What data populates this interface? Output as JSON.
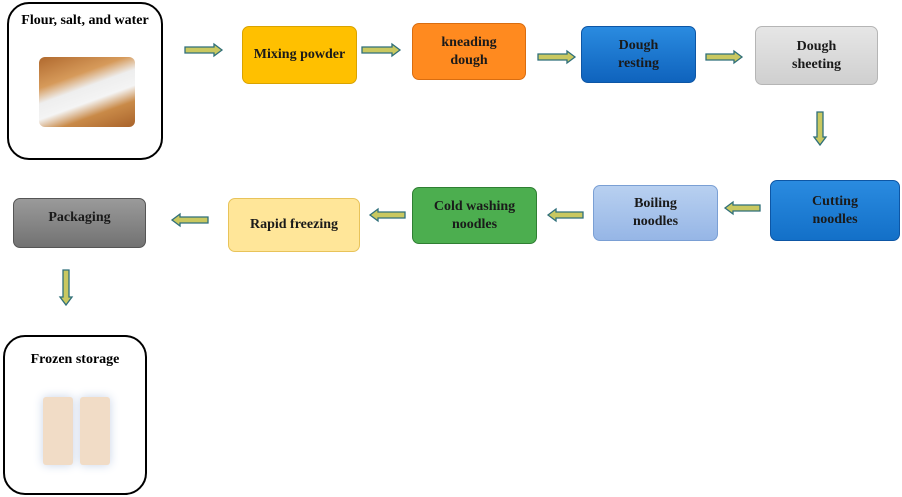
{
  "start": {
    "label": "Flour, salt, and water",
    "image": "flour-and-wheat-photo"
  },
  "steps": [
    {
      "label": "Mixing powder",
      "color": "#ffc000"
    },
    {
      "label": "kneading dough",
      "color": "#ff8a1f"
    },
    {
      "label": "Dough resting",
      "color": "#1677d2"
    },
    {
      "label": "Dough sheeting",
      "color": "#d9d9d9"
    },
    {
      "label": "Cutting noodles",
      "color": "#1a7fd4"
    },
    {
      "label": "Boiling noodles",
      "color": "#a8c4ec"
    },
    {
      "label": "Cold washing noodles",
      "color": "#4cae4f"
    },
    {
      "label": "Rapid freezing",
      "color": "#ffe699"
    },
    {
      "label": "Packaging",
      "color": "#808080"
    }
  ],
  "end": {
    "label": "Frozen storage",
    "image": "frozen-noodle-blocks-photo"
  },
  "arrow_colors": {
    "fill": "#c9c860",
    "stroke": "#2f6f7a"
  }
}
